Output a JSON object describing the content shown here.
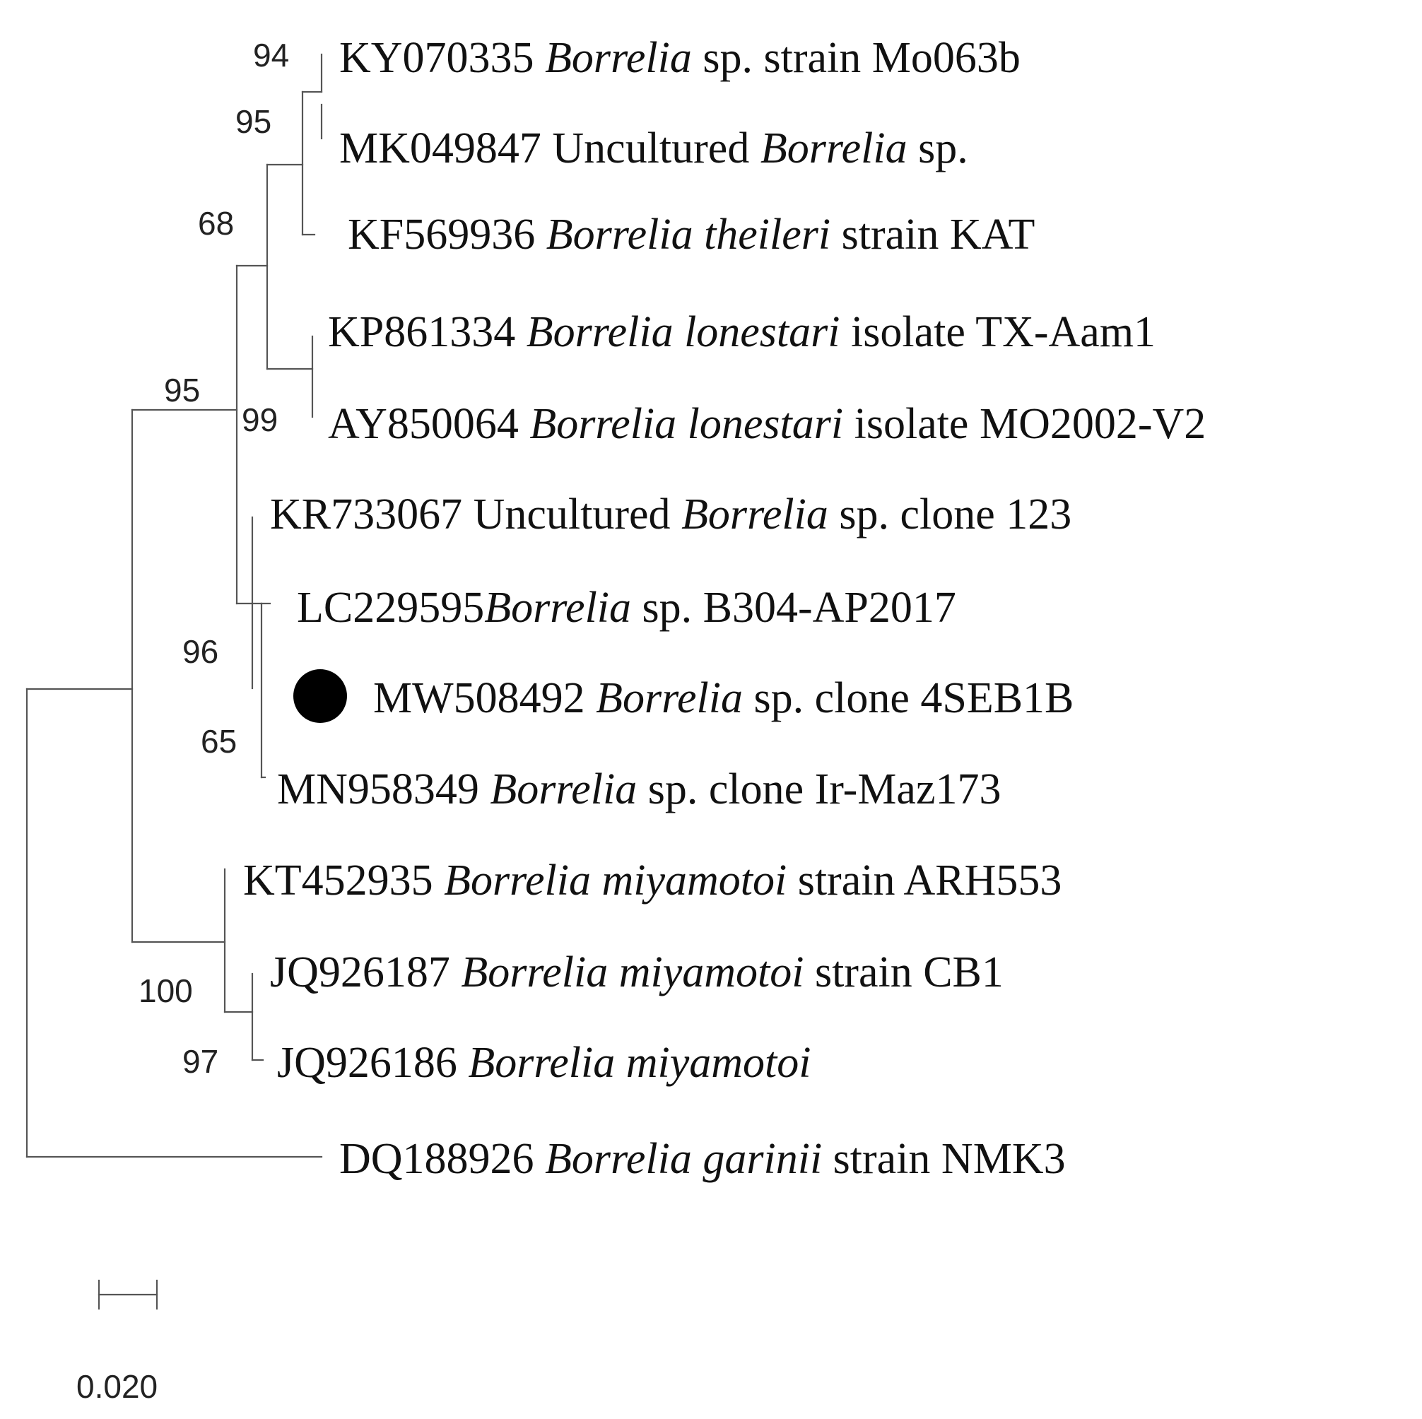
{
  "taxa": [
    {
      "accession": "KY070335",
      "sep": " ",
      "genus": "Borrelia",
      "species": "",
      "rest": " sp. strain Mo063b"
    },
    {
      "accession": "MK049847",
      "sep": " Uncultured ",
      "genus": "Borrelia",
      "species": "",
      "rest": " sp."
    },
    {
      "accession": "KF569936",
      "sep": " ",
      "genus": "Borrelia",
      "species": " theileri",
      "rest": " strain KAT"
    },
    {
      "accession": "KP861334",
      "sep": " ",
      "genus": "Borrelia",
      "species": " lonestari",
      "rest": " isolate TX-Aam1"
    },
    {
      "accession": "AY850064",
      "sep": " ",
      "genus": "Borrelia",
      "species": " lonestari",
      "rest": " isolate MO2002-V2"
    },
    {
      "accession": "KR733067",
      "sep": " Uncultured ",
      "genus": "Borrelia",
      "species": "",
      "rest": " sp. clone 123"
    },
    {
      "accession": "LC229595",
      "sep": "",
      "genus": "Borrelia",
      "species": "",
      "rest": " sp. B304-AP2017"
    },
    {
      "accession": "MW508492",
      "sep": " ",
      "genus": "Borrelia",
      "species": "",
      "rest": " sp. clone 4SEB1B"
    },
    {
      "accession": "MN958349",
      "sep": " ",
      "genus": "Borrelia",
      "species": "",
      "rest": " sp. clone Ir-Maz173"
    },
    {
      "accession": "KT452935",
      "sep": " ",
      "genus": "Borrelia",
      "species": " miyamotoi",
      "rest": " strain ARH553"
    },
    {
      "accession": "JQ926187",
      "sep": " ",
      "genus": "Borrelia",
      "species": " miyamotoi",
      "rest": " strain CB1"
    },
    {
      "accession": "JQ926186",
      "sep": " ",
      "genus": "Borrelia",
      "species": " miyamotoi",
      "rest": ""
    },
    {
      "accession": "DQ188926",
      "sep": " ",
      "genus": "Borrelia",
      "species": " garinii",
      "rest": " strain NMK3"
    }
  ],
  "bootstrap": [
    "94",
    "95",
    "68",
    "95",
    "99",
    "96",
    "65",
    "100",
    "97"
  ],
  "scale_bar": {
    "label": "0.020"
  },
  "colors": {
    "branch": "#555555",
    "text": "#111111",
    "marker": "#000000"
  },
  "marker": {
    "taxon": "MW508492",
    "shape": "filled-circle"
  }
}
